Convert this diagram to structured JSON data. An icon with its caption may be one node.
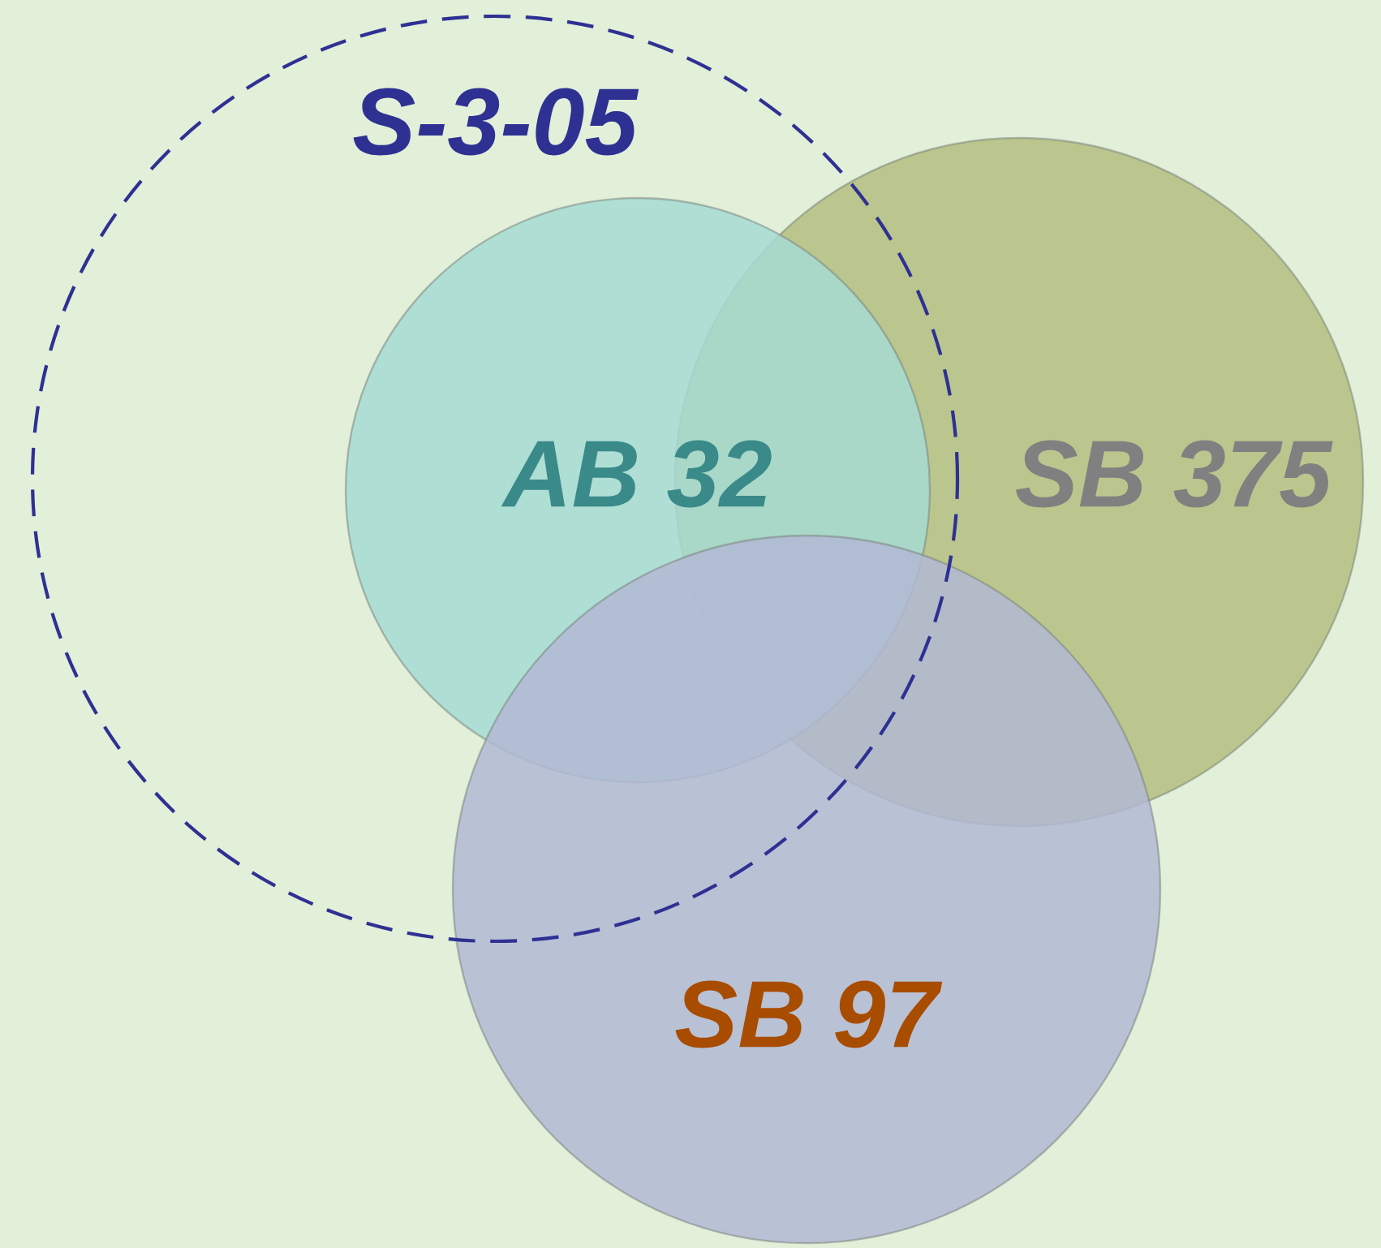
{
  "diagram": {
    "nodes": [
      {
        "text": [
          "S-3-05"
        ]
      },
      {
        "text": [
          "AB 32"
        ],
        "in": 0
      },
      {
        "text": [
          "SB 375"
        ]
      },
      {
        "text": [
          "SB 97"
        ]
      }
    ]
  }
}
